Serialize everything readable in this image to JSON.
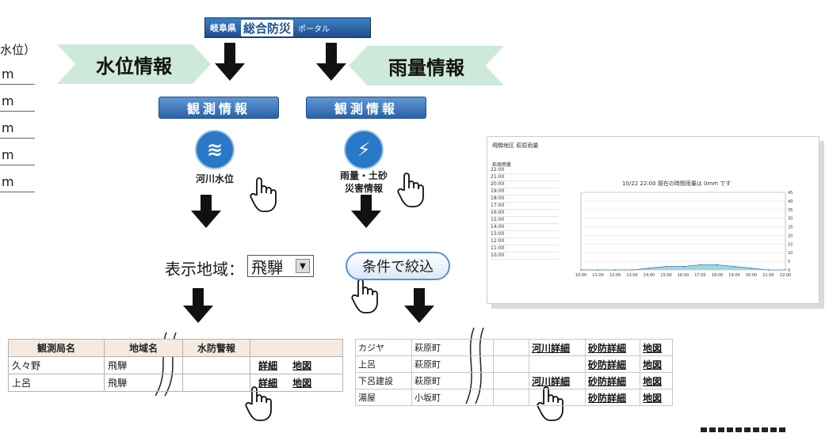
{
  "left_list": {
    "heading": "水位）",
    "units": [
      "m",
      "m",
      "m",
      "m",
      "m"
    ]
  },
  "portal": {
    "prefecture": "岐阜県",
    "title": "総合防災",
    "suffix": "ポータル"
  },
  "tags": {
    "water_level": "水位情報",
    "rainfall": "雨量情報"
  },
  "obs_left": {
    "header": "観測情報",
    "label": "河川水位"
  },
  "obs_right": {
    "header": "観測情報",
    "label_line1": "雨量・土砂",
    "label_line2": "災害情報"
  },
  "region": {
    "label": "表示地域：",
    "value": "飛騨"
  },
  "filter_button": "条件で絞込",
  "table_left": {
    "headers": [
      "観測局名",
      "地域名",
      "水防警報",
      ""
    ],
    "rows": [
      {
        "station": "久々野",
        "region": "飛騨",
        "detail": "詳細",
        "map": "地図"
      },
      {
        "station": "上呂",
        "region": "飛騨",
        "detail": "詳細",
        "map": "地図"
      }
    ]
  },
  "table_right": {
    "rows": [
      {
        "station": "カジヤ",
        "region": "萩原町",
        "river": "河川詳細",
        "sabo": "砂防詳細",
        "map": "地図"
      },
      {
        "station": "上呂",
        "region": "萩原町",
        "river": "",
        "sabo": "砂防詳細",
        "map": "地図"
      },
      {
        "station": "下呂建設",
        "region": "萩原町",
        "river": "河川詳細",
        "sabo": "砂防詳細",
        "map": "地図"
      },
      {
        "station": "湯屋",
        "region": "小坂町",
        "river": "",
        "sabo": "砂防詳細",
        "map": "地図"
      }
    ]
  },
  "chart_panel": {
    "title": "飛騨地区 萩原雨量",
    "headline": "10/22 22:00 現在の時間雨量は 0mm です",
    "side_header": "萩原雨量",
    "side_rows": [
      "22:00",
      "21:00",
      "20:00",
      "19:00",
      "18:00",
      "17:00",
      "16:00",
      "15:00",
      "14:00",
      "13:00",
      "12:00",
      "11:00",
      "10:00"
    ]
  },
  "chart_data": {
    "type": "area",
    "title": "",
    "x": [
      "10:00",
      "11:00",
      "12:00",
      "13:00",
      "14:00",
      "15:00",
      "16:00",
      "17:00",
      "18:00",
      "19:00",
      "20:00",
      "21:00",
      "22:00"
    ],
    "series": [
      {
        "values": [
          0,
          0,
          0,
          0,
          1,
          2,
          2,
          3,
          3,
          2,
          1,
          0,
          0
        ]
      }
    ],
    "ylim": [
      0,
      45
    ],
    "grid": true,
    "legend": "top-right"
  }
}
